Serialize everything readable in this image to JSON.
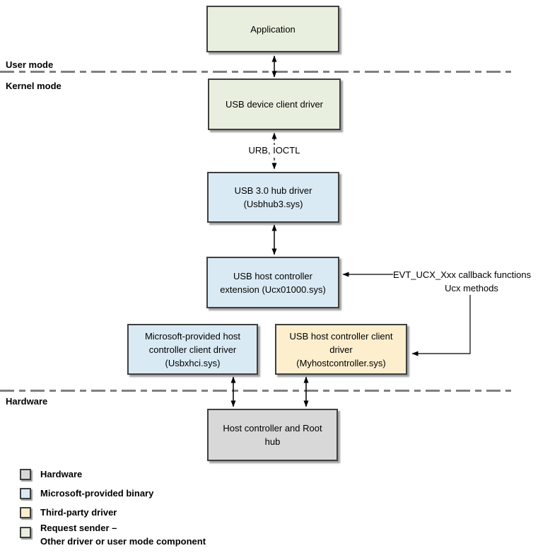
{
  "diagram": {
    "layers": {
      "user_mode": "User mode",
      "kernel_mode": "Kernel mode",
      "hardware": "Hardware"
    },
    "boxes": {
      "application": "Application",
      "usb_device_client_driver": "USB device client driver",
      "usb3_hub_driver": "USB 3.0 hub driver\n(Usbhub3.sys)",
      "usb_host_controller_extension": "USB host controller\nextension (Ucx01000.sys)",
      "microsoft_host_controller_client_driver": "Microsoft-provided host\ncontroller client driver\n(Usbxhci.sys)",
      "usb_host_controller_client_driver": "USB host controller client\ndriver\n(Myhostcontroller.sys)",
      "host_controller_root_hub": "Host controller and Root\nhub"
    },
    "annotations": {
      "urb_ioctl": "URB, IOCTL",
      "evt_callback": "EVT_UCX_Xxx callback functions",
      "ucx_methods": "Ucx methods"
    },
    "legend": {
      "items": [
        {
          "key": "hardware",
          "label": "Hardware",
          "color": "#d8d8d8"
        },
        {
          "key": "microsoft_binary",
          "label": "Microsoft-provided binary",
          "color": "#daeaf4"
        },
        {
          "key": "third_party_driver",
          "label": "Third-party driver",
          "color": "#fdeecd"
        },
        {
          "key": "request_sender",
          "label": "Request sender –\nOther driver or user mode component",
          "color": "#e9efde"
        }
      ]
    },
    "colors": {
      "request_sender_green": "#e9efde",
      "microsoft_blue": "#daeaf4",
      "third_party_yellow": "#fdeecd",
      "hardware_gray": "#d8d8d8",
      "box_border": "#3f3f3f",
      "separator_gray": "#7f7f7f",
      "arrow_black": "#000000"
    }
  }
}
